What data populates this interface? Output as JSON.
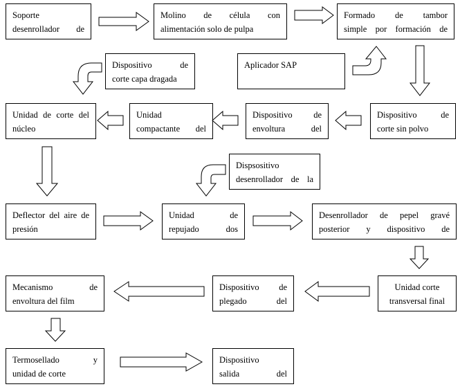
{
  "boxes": {
    "b1": {
      "line1": "Soporte",
      "line2": "desenrollador de"
    },
    "b2": {
      "line1": "Molino de célula con",
      "line2": "alimentación solo de pulpa"
    },
    "b3": {
      "line1": "Formado de tambor",
      "line2": "simple por formación de"
    },
    "b4": {
      "line1": "Dispositivo de",
      "line2": "corte capa dragada"
    },
    "b5": {
      "line1": "Aplicador SAP"
    },
    "b6": {
      "line1": "Unidad de corte del",
      "line2": "núcleo"
    },
    "b7": {
      "line1": "Unidad",
      "line2": "compactante del"
    },
    "b8": {
      "line1": "Dispositivo de",
      "line2": "envoltura del"
    },
    "b9": {
      "line1": "Dispositivo de",
      "line2": "corte sin polvo"
    },
    "b10": {
      "line1": "Dispsositivo",
      "line2": "desenrollador de la"
    },
    "b11": {
      "line1": "Deflector del aire de",
      "line2": "presión"
    },
    "b12": {
      "line1": "Unidad de",
      "line2": "repujado dos"
    },
    "b13": {
      "line1": "Desenrollador de pepel gravé",
      "line2": "posterior y dispositivo de"
    },
    "b14": {
      "line1": "Mecanismo de",
      "line2": "envoltura del film"
    },
    "b15": {
      "line1": "Dispositivo de",
      "line2": "plegado del"
    },
    "b16": {
      "line1": "Unidad corte",
      "line2": "transversal final"
    },
    "b17": {
      "line1": "Termosellado y",
      "line2": "unidad de corte"
    },
    "b18": {
      "line1": "Dispositivo",
      "line2": "salida del"
    }
  },
  "colors": {
    "stroke": "#000000",
    "fill": "#ffffff"
  }
}
